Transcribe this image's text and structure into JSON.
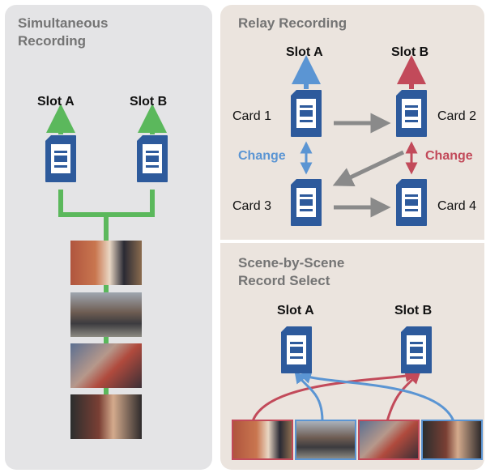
{
  "simultaneous": {
    "title_line1": "Simultaneous",
    "title_line2": "Recording",
    "slot_a": "Slot A",
    "slot_b": "Slot B"
  },
  "relay": {
    "title": "Relay Recording",
    "slot_a": "Slot A",
    "slot_b": "Slot B",
    "card1": "Card 1",
    "card2": "Card 2",
    "card3": "Card 3",
    "card4": "Card 4",
    "change_left": "Change",
    "change_right": "Change"
  },
  "scene": {
    "title_line1": "Scene-by-Scene",
    "title_line2": "Record Select",
    "slot_a": "Slot A",
    "slot_b": "Slot B"
  },
  "colors": {
    "green": "#5bb85c",
    "blue": "#5b95d3",
    "red": "#c24a5a",
    "gray_arrow": "#8a8a8a",
    "card_blue": "#2d5a9c"
  },
  "icons": [
    "sd-card-icon",
    "arrow-up-icon",
    "double-arrow-icon",
    "film-frame-image"
  ]
}
